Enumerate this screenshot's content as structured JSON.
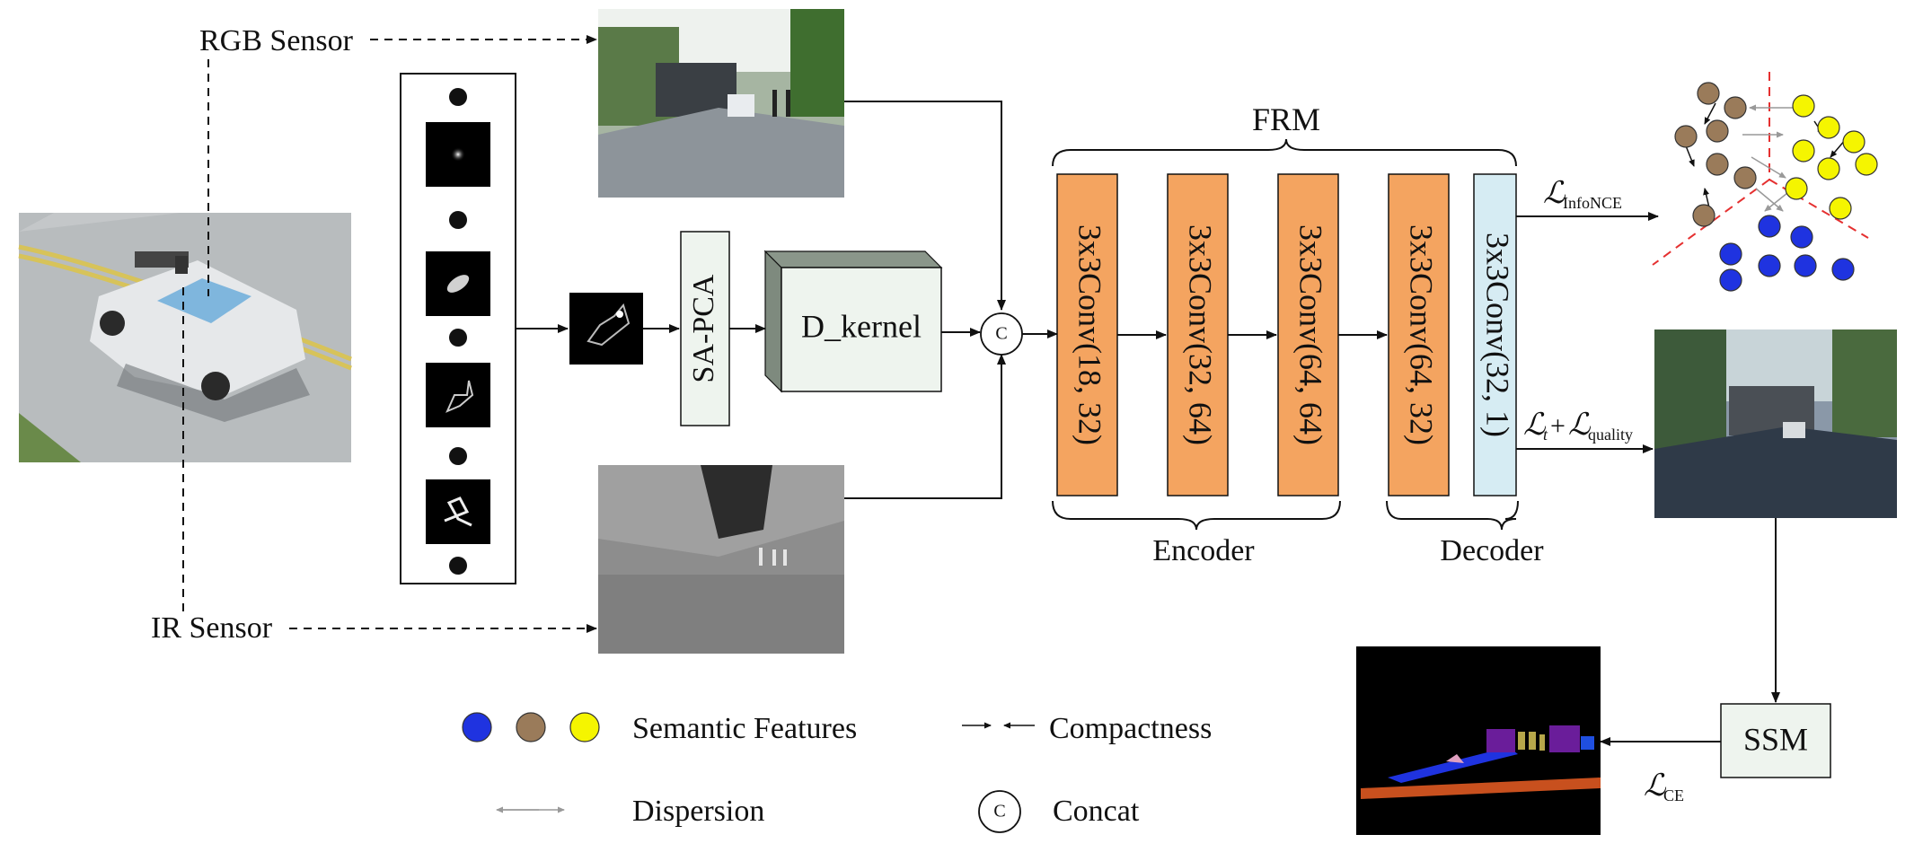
{
  "labels": {
    "rgb_sensor": "RGB Sensor",
    "ir_sensor": "IR Sensor",
    "sa_pca": "SA-PCA",
    "d_kernel": "D_kernel",
    "concat_symbol": "C",
    "frm": "FRM",
    "encoder": "Encoder",
    "decoder": "Decoder",
    "ssm": "SSM"
  },
  "frm_blocks": [
    {
      "label": "3x3Conv(18, 32)",
      "color": "#F4A460"
    },
    {
      "label": "3x3Conv(32, 64)",
      "color": "#F4A460"
    },
    {
      "label": "3x3Conv(64, 64)",
      "color": "#F4A460"
    },
    {
      "label": "3x3Conv(64, 32)",
      "color": "#F4A460"
    },
    {
      "label": "3x3Conv(32, 1)",
      "color": "#D6ECF3"
    }
  ],
  "losses": {
    "infonce_main": "ℒ",
    "infonce_sub": "InfoNCE",
    "t_main": "ℒ",
    "t_sub": "t",
    "plus": "+",
    "quality_main": "ℒ",
    "quality_sub": "quality",
    "ce_main": "ℒ",
    "ce_sub": "CE"
  },
  "legend": {
    "semantic_features": "Semantic Features",
    "compactness": "Compactness",
    "dispersion": "Dispersion",
    "concat": "Concat",
    "concat_symbol": "C",
    "colors": [
      "#1F33E0",
      "#9A7B5A",
      "#F5F500"
    ]
  },
  "colors": {
    "blue": "#1F33E0",
    "brown": "#9A7B5A",
    "yellow": "#F5F500",
    "orange": "#F4A460",
    "light_blue": "#D6ECF3",
    "light_green": "#EEF4EE",
    "red_dash": "#E53030"
  }
}
